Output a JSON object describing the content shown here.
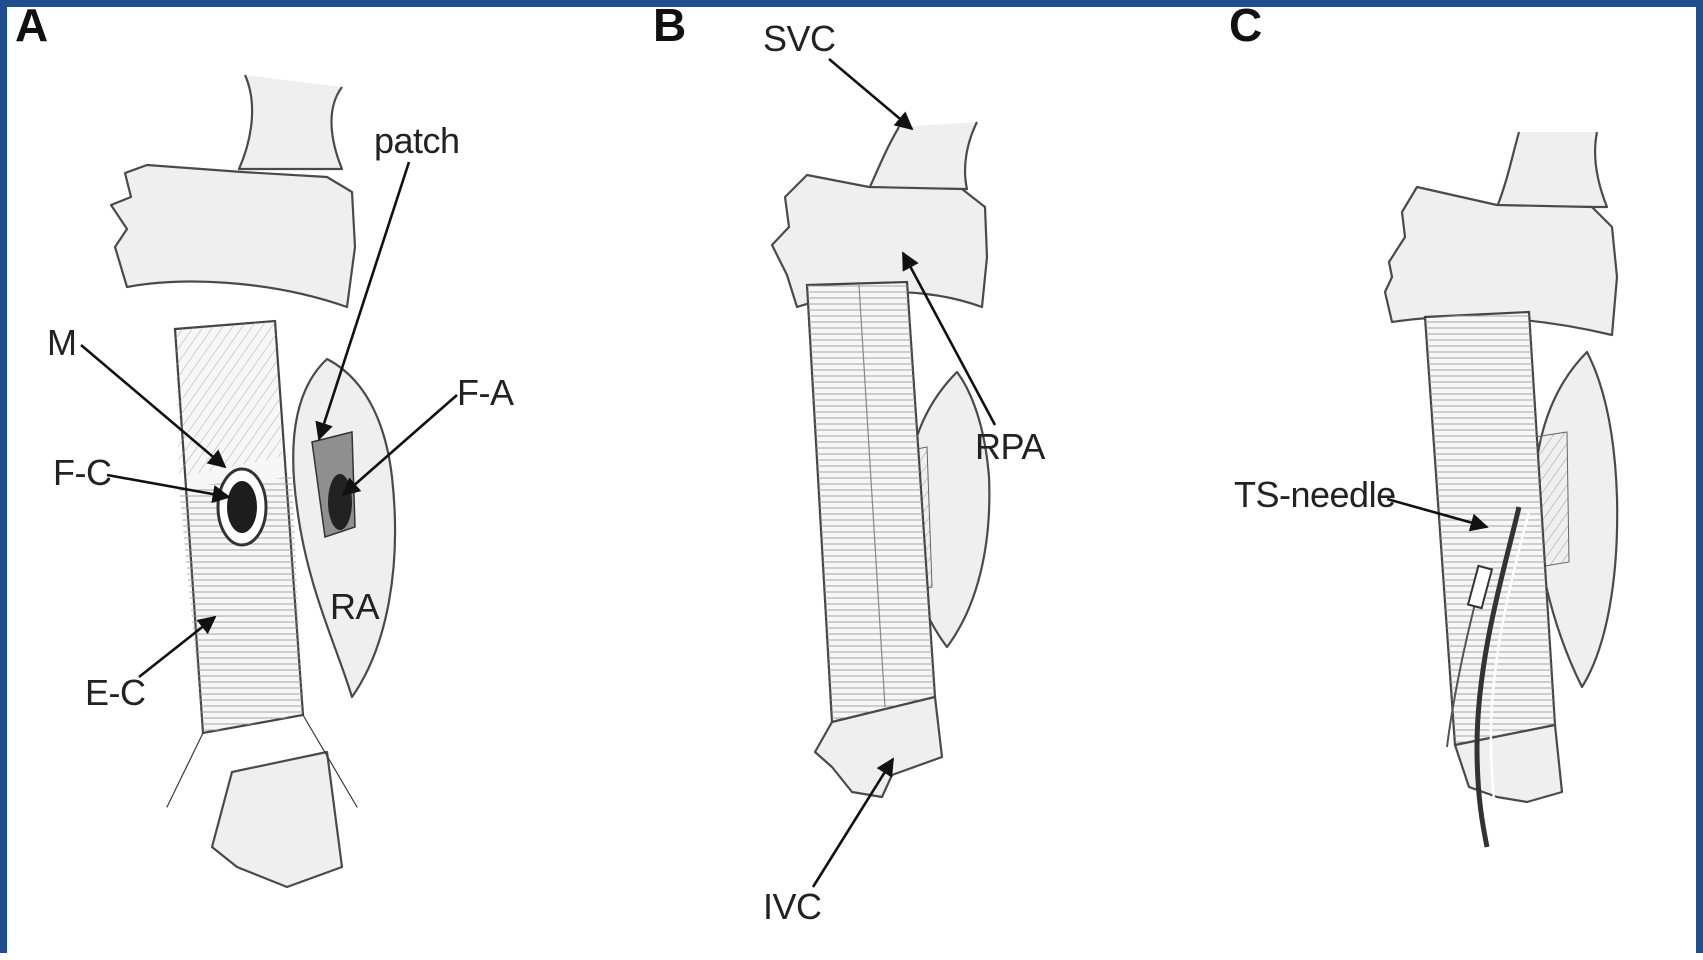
{
  "frame_color": "#1f4e8c",
  "panels": {
    "A": {
      "letter": "A",
      "labels": {
        "patch": "patch",
        "m": "M",
        "fa": "F-A",
        "fc": "F-C",
        "ra": "RA",
        "ec": "E-C"
      }
    },
    "B": {
      "letter": "B",
      "labels": {
        "svc": "SVC",
        "rpa": "RPA",
        "ivc": "IVC"
      }
    },
    "C": {
      "letter": "C",
      "labels": {
        "needle": "TS-needle"
      }
    }
  }
}
